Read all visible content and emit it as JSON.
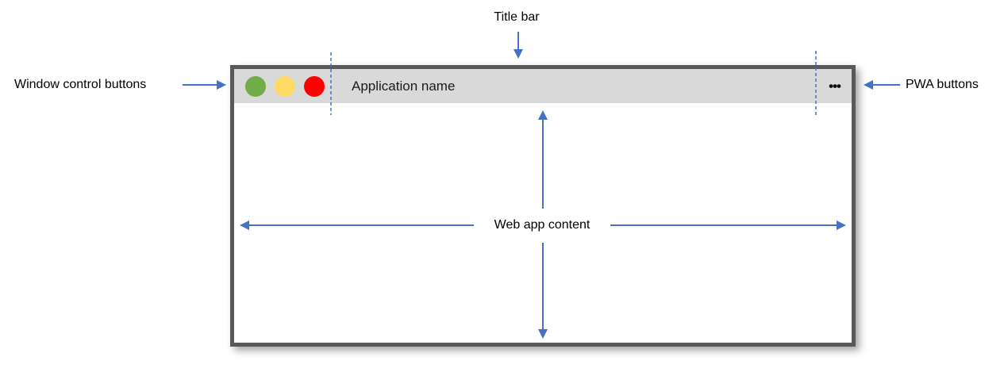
{
  "window": {
    "app_title": "Application name",
    "pwa_menu_glyph": "•••"
  },
  "annotations": {
    "title_bar": "Title bar",
    "window_control_buttons": "Window control buttons",
    "pwa_buttons": "PWA buttons",
    "web_app_content": "Web app content"
  },
  "colors": {
    "control_green": "#70ad47",
    "control_yellow": "#ffd966",
    "control_red": "#ff0000",
    "annotation_blue": "#4472c4",
    "titlebar_gray": "#d9d9d9",
    "window_border": "#595959"
  }
}
